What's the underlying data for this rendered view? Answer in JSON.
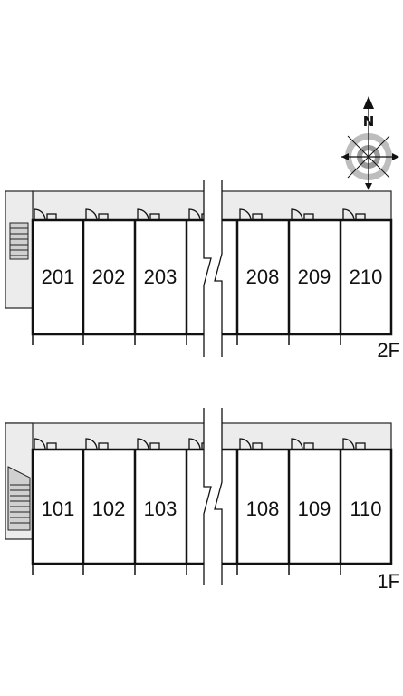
{
  "compass": {
    "north_label": "N"
  },
  "floors": [
    {
      "label": "2F",
      "units": [
        "201",
        "202",
        "203",
        "",
        "208",
        "209",
        "210"
      ]
    },
    {
      "label": "1F",
      "units": [
        "101",
        "102",
        "103",
        "",
        "108",
        "109",
        "110"
      ]
    }
  ]
}
